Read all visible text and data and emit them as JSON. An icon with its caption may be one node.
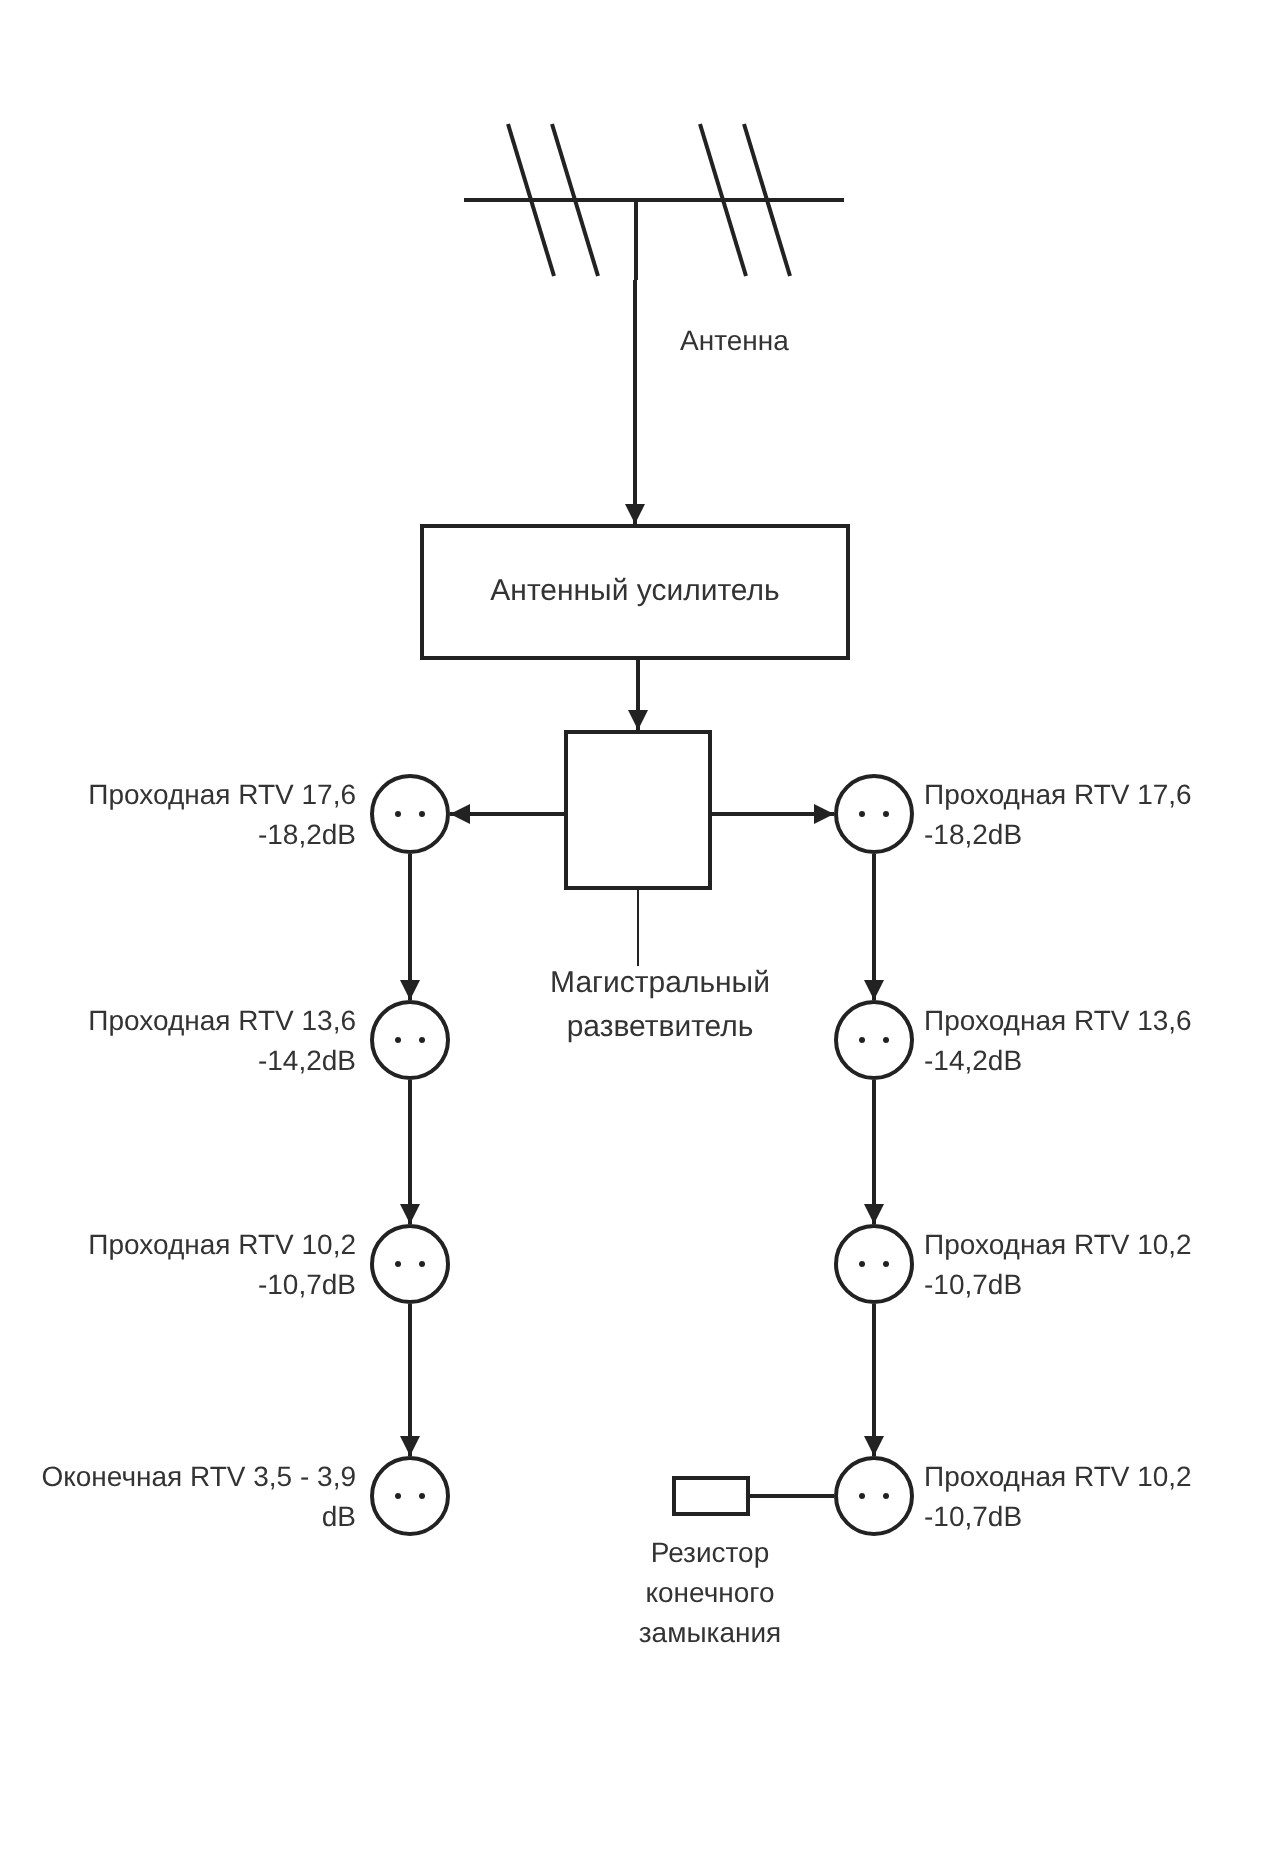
{
  "diagram": {
    "nodes": [
      {
        "text": [],
        "shape": "antenna",
        "beside": [
          "Антенна"
        ]
      },
      {
        "text": [
          "Антенный усилитель"
        ]
      },
      {
        "text": [],
        "shape": "box"
      },
      {
        "text": [],
        "shape": "circle",
        "beside": [
          "Проходная RTV 17,6 -18,2dB"
        ]
      },
      {
        "text": [],
        "shape": "circle",
        "beside": [
          "Проходная RTV 17,6 -18,2dB"
        ]
      },
      {
        "text": [
          "Магистральный разветвитель"
        ]
      },
      {
        "text": [],
        "shape": "circle",
        "beside": [
          "Проходная RTV 13,6 -14,2dB"
        ]
      },
      {
        "text": [],
        "shape": "circle",
        "beside": [
          "Проходная RTV 13,6 -14,2dB"
        ]
      },
      {
        "text": [],
        "shape": "circle",
        "beside": [
          "Проходная RTV 10,2 -10,7dB"
        ]
      },
      {
        "text": [],
        "shape": "circle",
        "beside": [
          "Проходная RTV 10,2 -10,7dB"
        ]
      },
      {
        "text": [],
        "shape": "circle",
        "beside": [
          "Оконечная RTV 3,5 - 3,9 dB"
        ]
      },
      {
        "text": [],
        "shape": "box",
        "beside": [
          "Резистор конечного замыкания"
        ]
      },
      {
        "text": [],
        "shape": "circle",
        "beside": [
          "Проходная RTV 10,2 -10,7dB"
        ]
      }
    ],
    "edges": [
      {
        "from": 0,
        "to": 1,
        "arrow": "to"
      },
      {
        "from": 1,
        "to": 2,
        "arrow": "to"
      },
      {
        "from": 2,
        "to": 3,
        "arrow": "to"
      },
      {
        "from": 2,
        "to": 4,
        "arrow": "to"
      },
      {
        "from": 3,
        "to": 6,
        "arrow": "to"
      },
      {
        "from": 6,
        "to": 8,
        "arrow": "to"
      },
      {
        "from": 8,
        "to": 10,
        "arrow": "to"
      },
      {
        "from": 4,
        "to": 7,
        "arrow": "to"
      },
      {
        "from": 7,
        "to": 9,
        "arrow": "to"
      },
      {
        "from": 9,
        "to": 12,
        "arrow": "to"
      },
      {
        "from": 11,
        "to": 12,
        "arrow": "none"
      },
      {
        "from": 5,
        "to": 2,
        "arrow": "none"
      }
    ]
  }
}
